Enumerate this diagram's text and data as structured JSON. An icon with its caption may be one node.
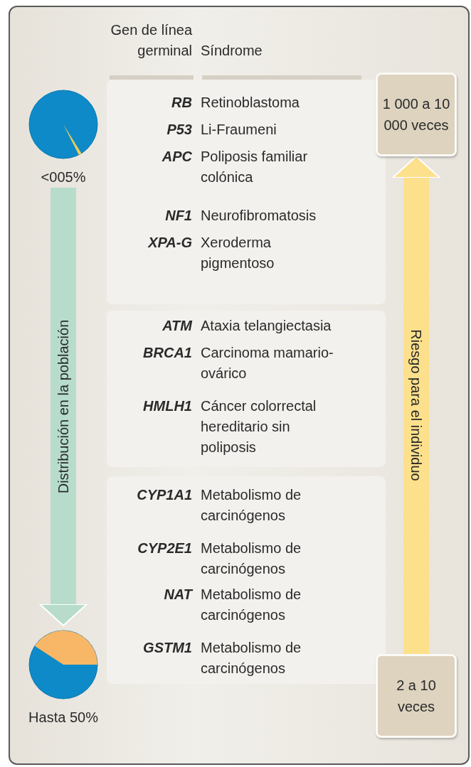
{
  "diagram": {
    "nodes": [
      {
        "text": [],
        "shape": "circle",
        "beside": [
          "<005%"
        ]
      },
      {
        "text": [],
        "shape": "circle",
        "beside": [
          "Hasta 50%"
        ]
      },
      {
        "text": [
          "1 000 a 10 000 veces"
        ]
      },
      {
        "text": [
          "2 a 10 veces"
        ]
      }
    ],
    "edges": [
      {
        "from": 0,
        "to": 1,
        "arrow": "to",
        "label": "Distribución en la población",
        "color": "#b7dccb"
      },
      {
        "from": 3,
        "to": 2,
        "arrow": "to",
        "label": "Riesgo para el individuo",
        "color": "#fde08c"
      }
    ],
    "labels": [
      "Gen de línea germinal",
      "Síndrome",
      "RB",
      "Retinoblastoma",
      "P53",
      "Li-Fraumeni",
      "APC",
      "Poliposis familiar colónica",
      "NF1",
      "Neurofibromatosis",
      "XPA-G",
      "Xeroderma pigmentoso",
      "ATM",
      "Ataxia telangiectasia",
      "BRCA1",
      "Carcinoma mamario-ovárico",
      "HMLH1",
      "Cáncer colorrectal hereditario sin poliposis",
      "CYP1A1",
      "Metabolismo de carcinógenos",
      "CYP2E1",
      "Metabolismo de carcinógenos",
      "NAT",
      "Metabolismo de carcinógenos",
      "GSTM1",
      "Metabolismo de carcinógenos"
    ]
  }
}
